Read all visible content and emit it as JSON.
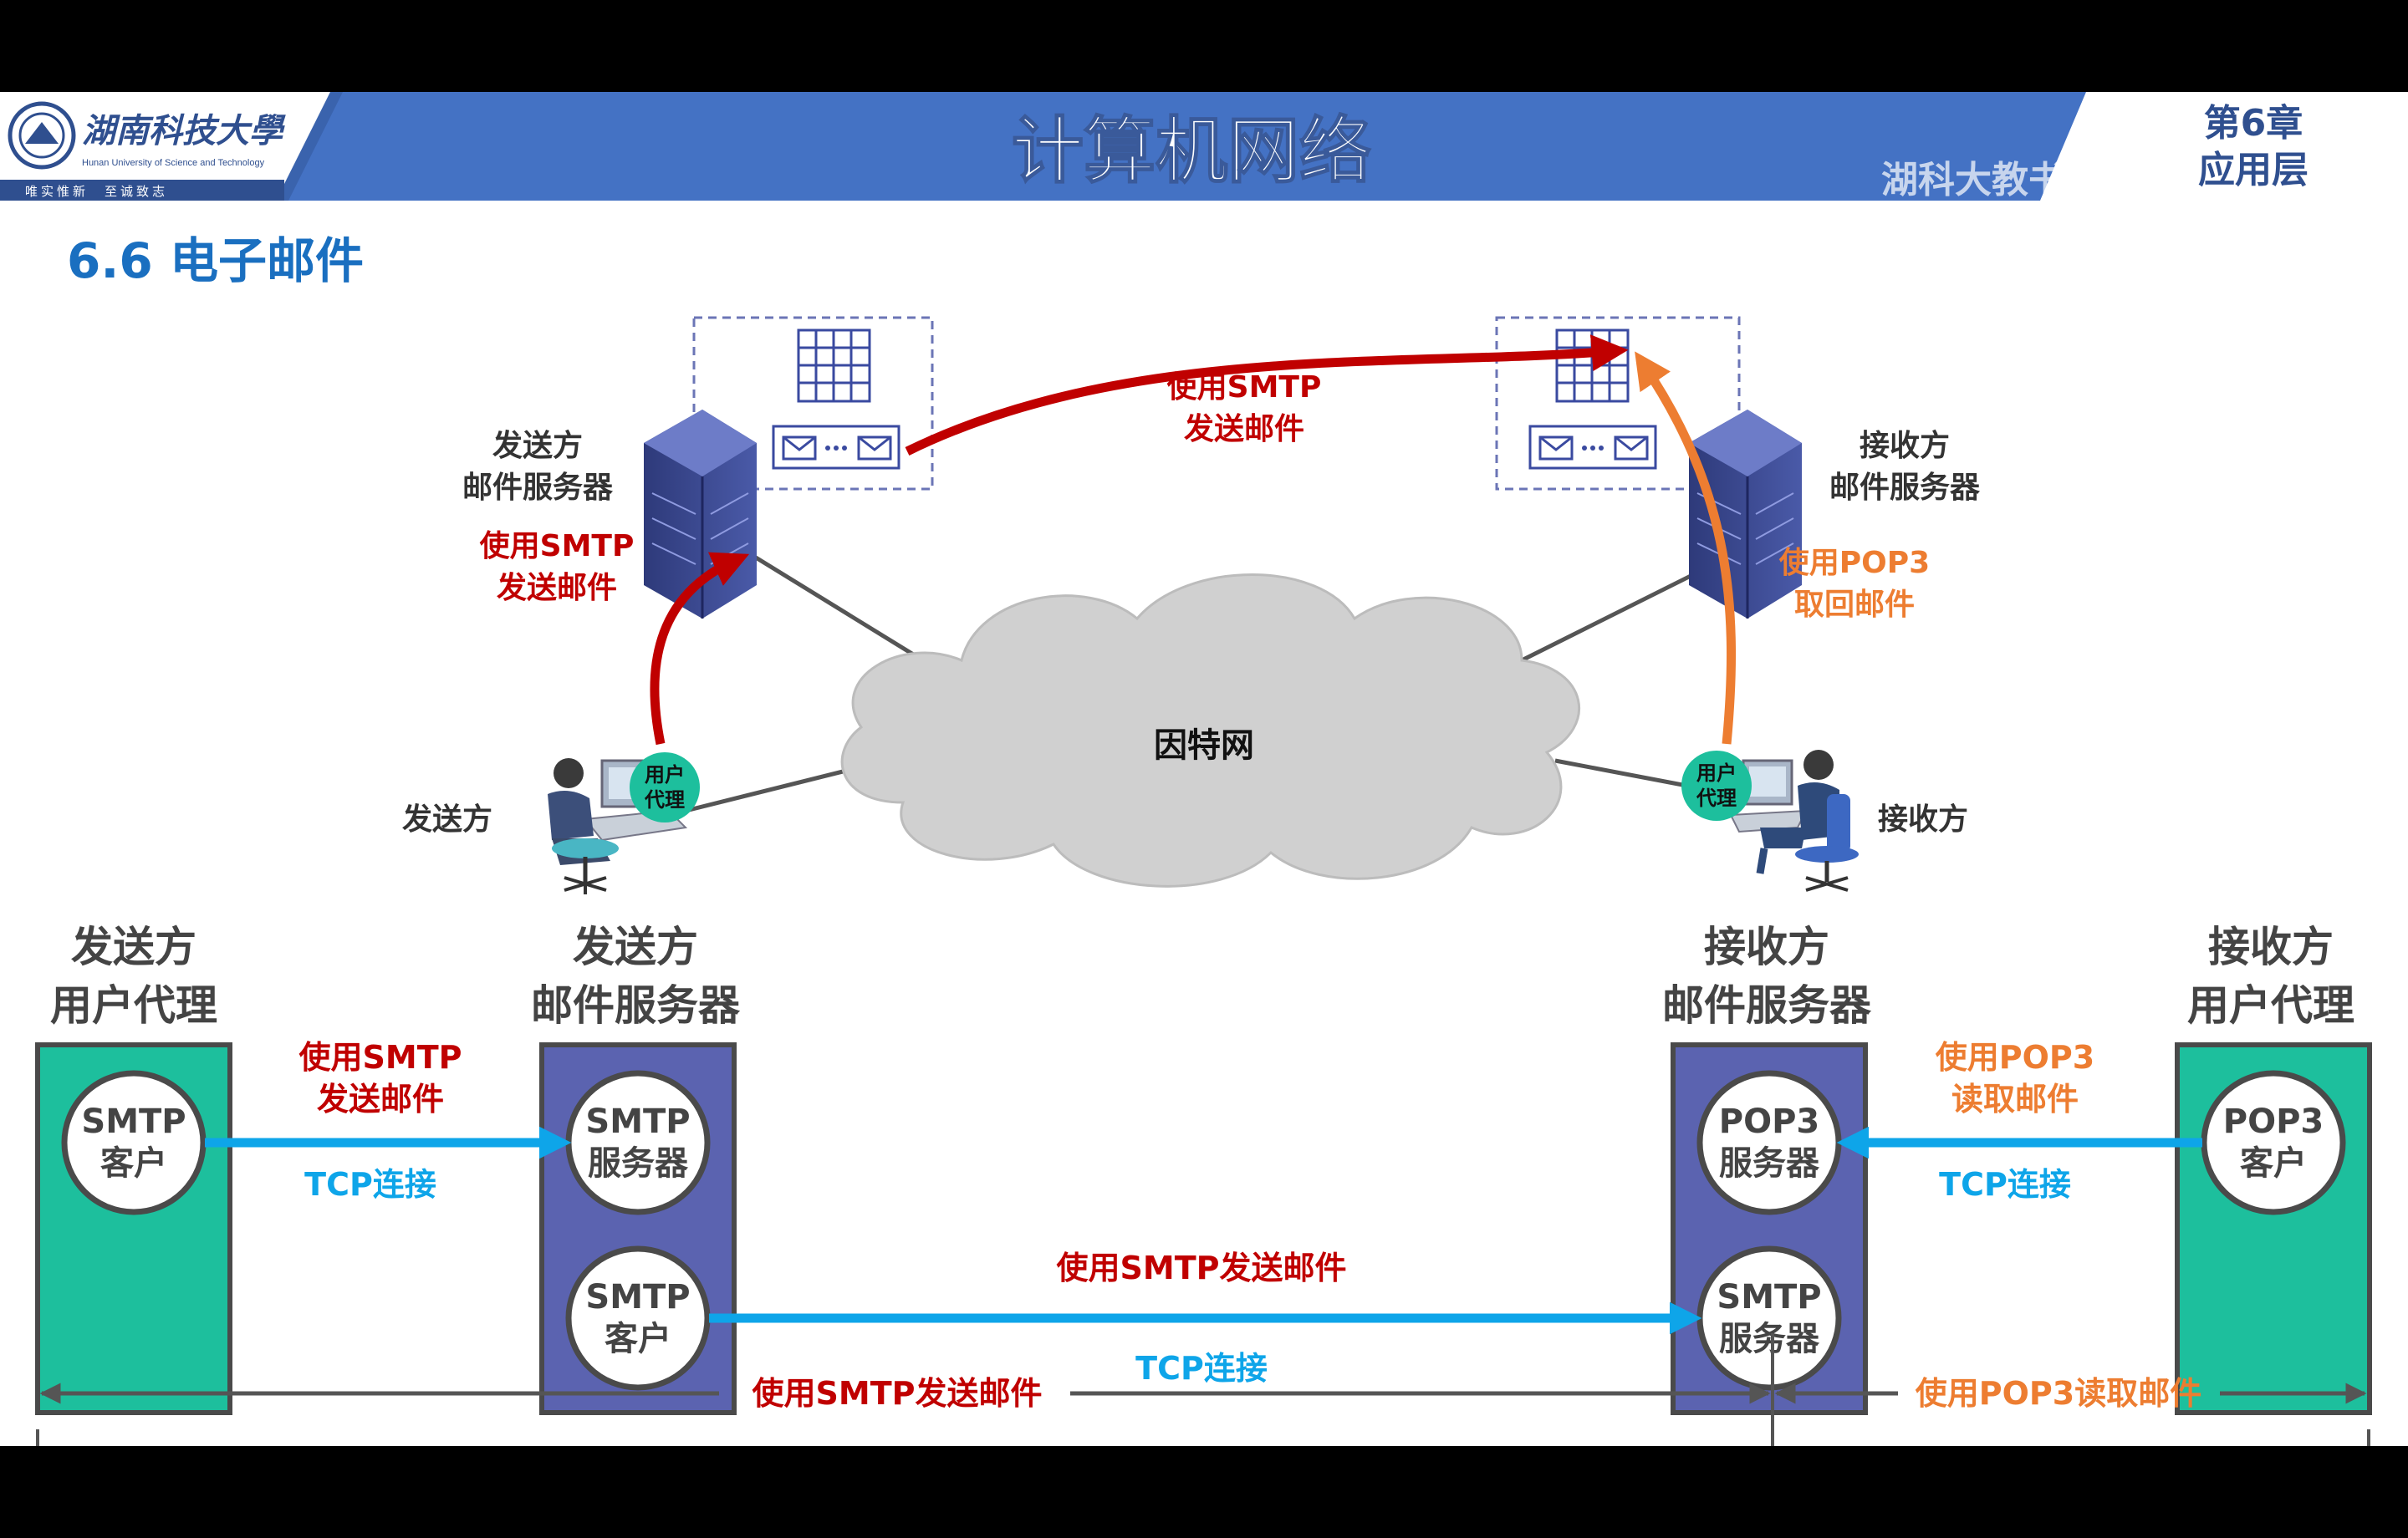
{
  "header": {
    "university_cn": "湖南科技大學",
    "university_en": "Hunan University of Science and Technology",
    "motto": "唯实惟新　至诚致志",
    "course_title": "计算机网络",
    "chapter": "第6章",
    "chapter_name": "应用层",
    "watermark": "湖科大教书匠"
  },
  "section_title": "6.6 电子邮件",
  "top": {
    "sender_server_label": [
      "发送方",
      "邮件服务器"
    ],
    "receiver_server_label": [
      "接收方",
      "邮件服务器"
    ],
    "smtp_send_top": [
      "使用SMTP",
      "发送邮件"
    ],
    "smtp_send_left": [
      "使用SMTP",
      "发送邮件"
    ],
    "pop3_fetch": [
      "使用POP3",
      "取回邮件"
    ],
    "internet": "因特网",
    "sender": "发送方",
    "receiver": "接收方",
    "user_agent": [
      "用户",
      "代理"
    ]
  },
  "bottom": {
    "col1_title": [
      "发送方",
      "用户代理"
    ],
    "col2_title": [
      "发送方",
      "邮件服务器"
    ],
    "col3_title": [
      "接收方",
      "邮件服务器"
    ],
    "col4_title": [
      "接收方",
      "用户代理"
    ],
    "smtp_client": [
      "SMTP",
      "客户"
    ],
    "smtp_server": [
      "SMTP",
      "服务器"
    ],
    "pop3_server": [
      "POP3",
      "服务器"
    ],
    "pop3_client": [
      "POP3",
      "客户"
    ],
    "link1_label": [
      "使用SMTP",
      "发送邮件"
    ],
    "link_middle_label": "使用SMTP发送邮件",
    "link3_label": [
      "使用POP3",
      "读取邮件"
    ],
    "tcp": "TCP连接",
    "span_smtp": "使用SMTP发送邮件",
    "span_pop3": "使用POP3读取邮件"
  },
  "colors": {
    "header_blue": "#4472c4",
    "section_blue": "#1a6fc0",
    "smtp_red": "#c00000",
    "pop3_orange": "#ed7d31",
    "tcp_blue": "#0ea5e9",
    "teal": "#1dbf9d",
    "server_blue": "#5b63b0"
  }
}
